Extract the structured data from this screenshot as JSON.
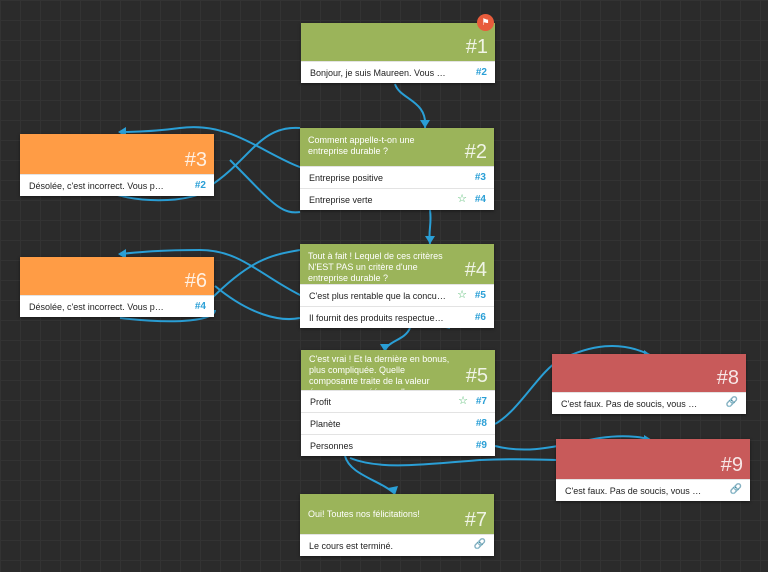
{
  "nodes": {
    "n1": {
      "number": "#1",
      "rows": [
        {
          "text": "Bonjour, je suis Maureen. Vous en avez ...",
          "target": "#2"
        }
      ]
    },
    "n2": {
      "number": "#2",
      "title": "Comment appelle-t-on une entreprise durable ?",
      "rows": [
        {
          "text": "Entreprise positive",
          "target": "#3"
        },
        {
          "text": "Entreprise verte",
          "target": "#4"
        }
      ]
    },
    "n3": {
      "number": "#3",
      "rows": [
        {
          "text": "Désolée, c'est incorrect. Vous pouvez ré...",
          "target": "#2"
        }
      ]
    },
    "n4": {
      "number": "#4",
      "title": "Tout à fait ! Lequel de ces critères N'EST PAS un critère d'une entreprise durable ?",
      "rows": [
        {
          "text": "C'est plus rentable que la concurre...",
          "target": "#5"
        },
        {
          "text": "Il fournit des produits respectueux de l'...",
          "target": "#6"
        }
      ]
    },
    "n5": {
      "number": "#5",
      "title": "C'est vrai ! Et la dernière en bonus, plus compliquée. Quelle composante traite de la valeur économique créée par l'or...",
      "rows": [
        {
          "text": "Profit",
          "target": "#7"
        },
        {
          "text": "Planète",
          "target": "#8"
        },
        {
          "text": "Personnes",
          "target": "#9"
        }
      ]
    },
    "n6": {
      "number": "#6",
      "rows": [
        {
          "text": "Désolée, c'est incorrect. Vous pouvez ré...",
          "target": "#4"
        }
      ]
    },
    "n7": {
      "number": "#7",
      "title": "Oui! Toutes nos félicitations!",
      "rows": [
        {
          "text": "Le cours est terminé."
        }
      ]
    },
    "n8": {
      "number": "#8",
      "rows": [
        {
          "text": "C'est faux. Pas de soucis, vous avez une..."
        }
      ]
    },
    "n9": {
      "number": "#9",
      "rows": [
        {
          "text": "C'est faux. Pas de soucis, vous avez une..."
        }
      ]
    }
  },
  "colors": {
    "wire": "#2a9fd6",
    "green": "#9bb45a",
    "orange": "#ff9c45",
    "red": "#c85a5a"
  },
  "icons": {
    "start": "flag-icon",
    "correct": "star-icon",
    "end": "link-icon"
  }
}
